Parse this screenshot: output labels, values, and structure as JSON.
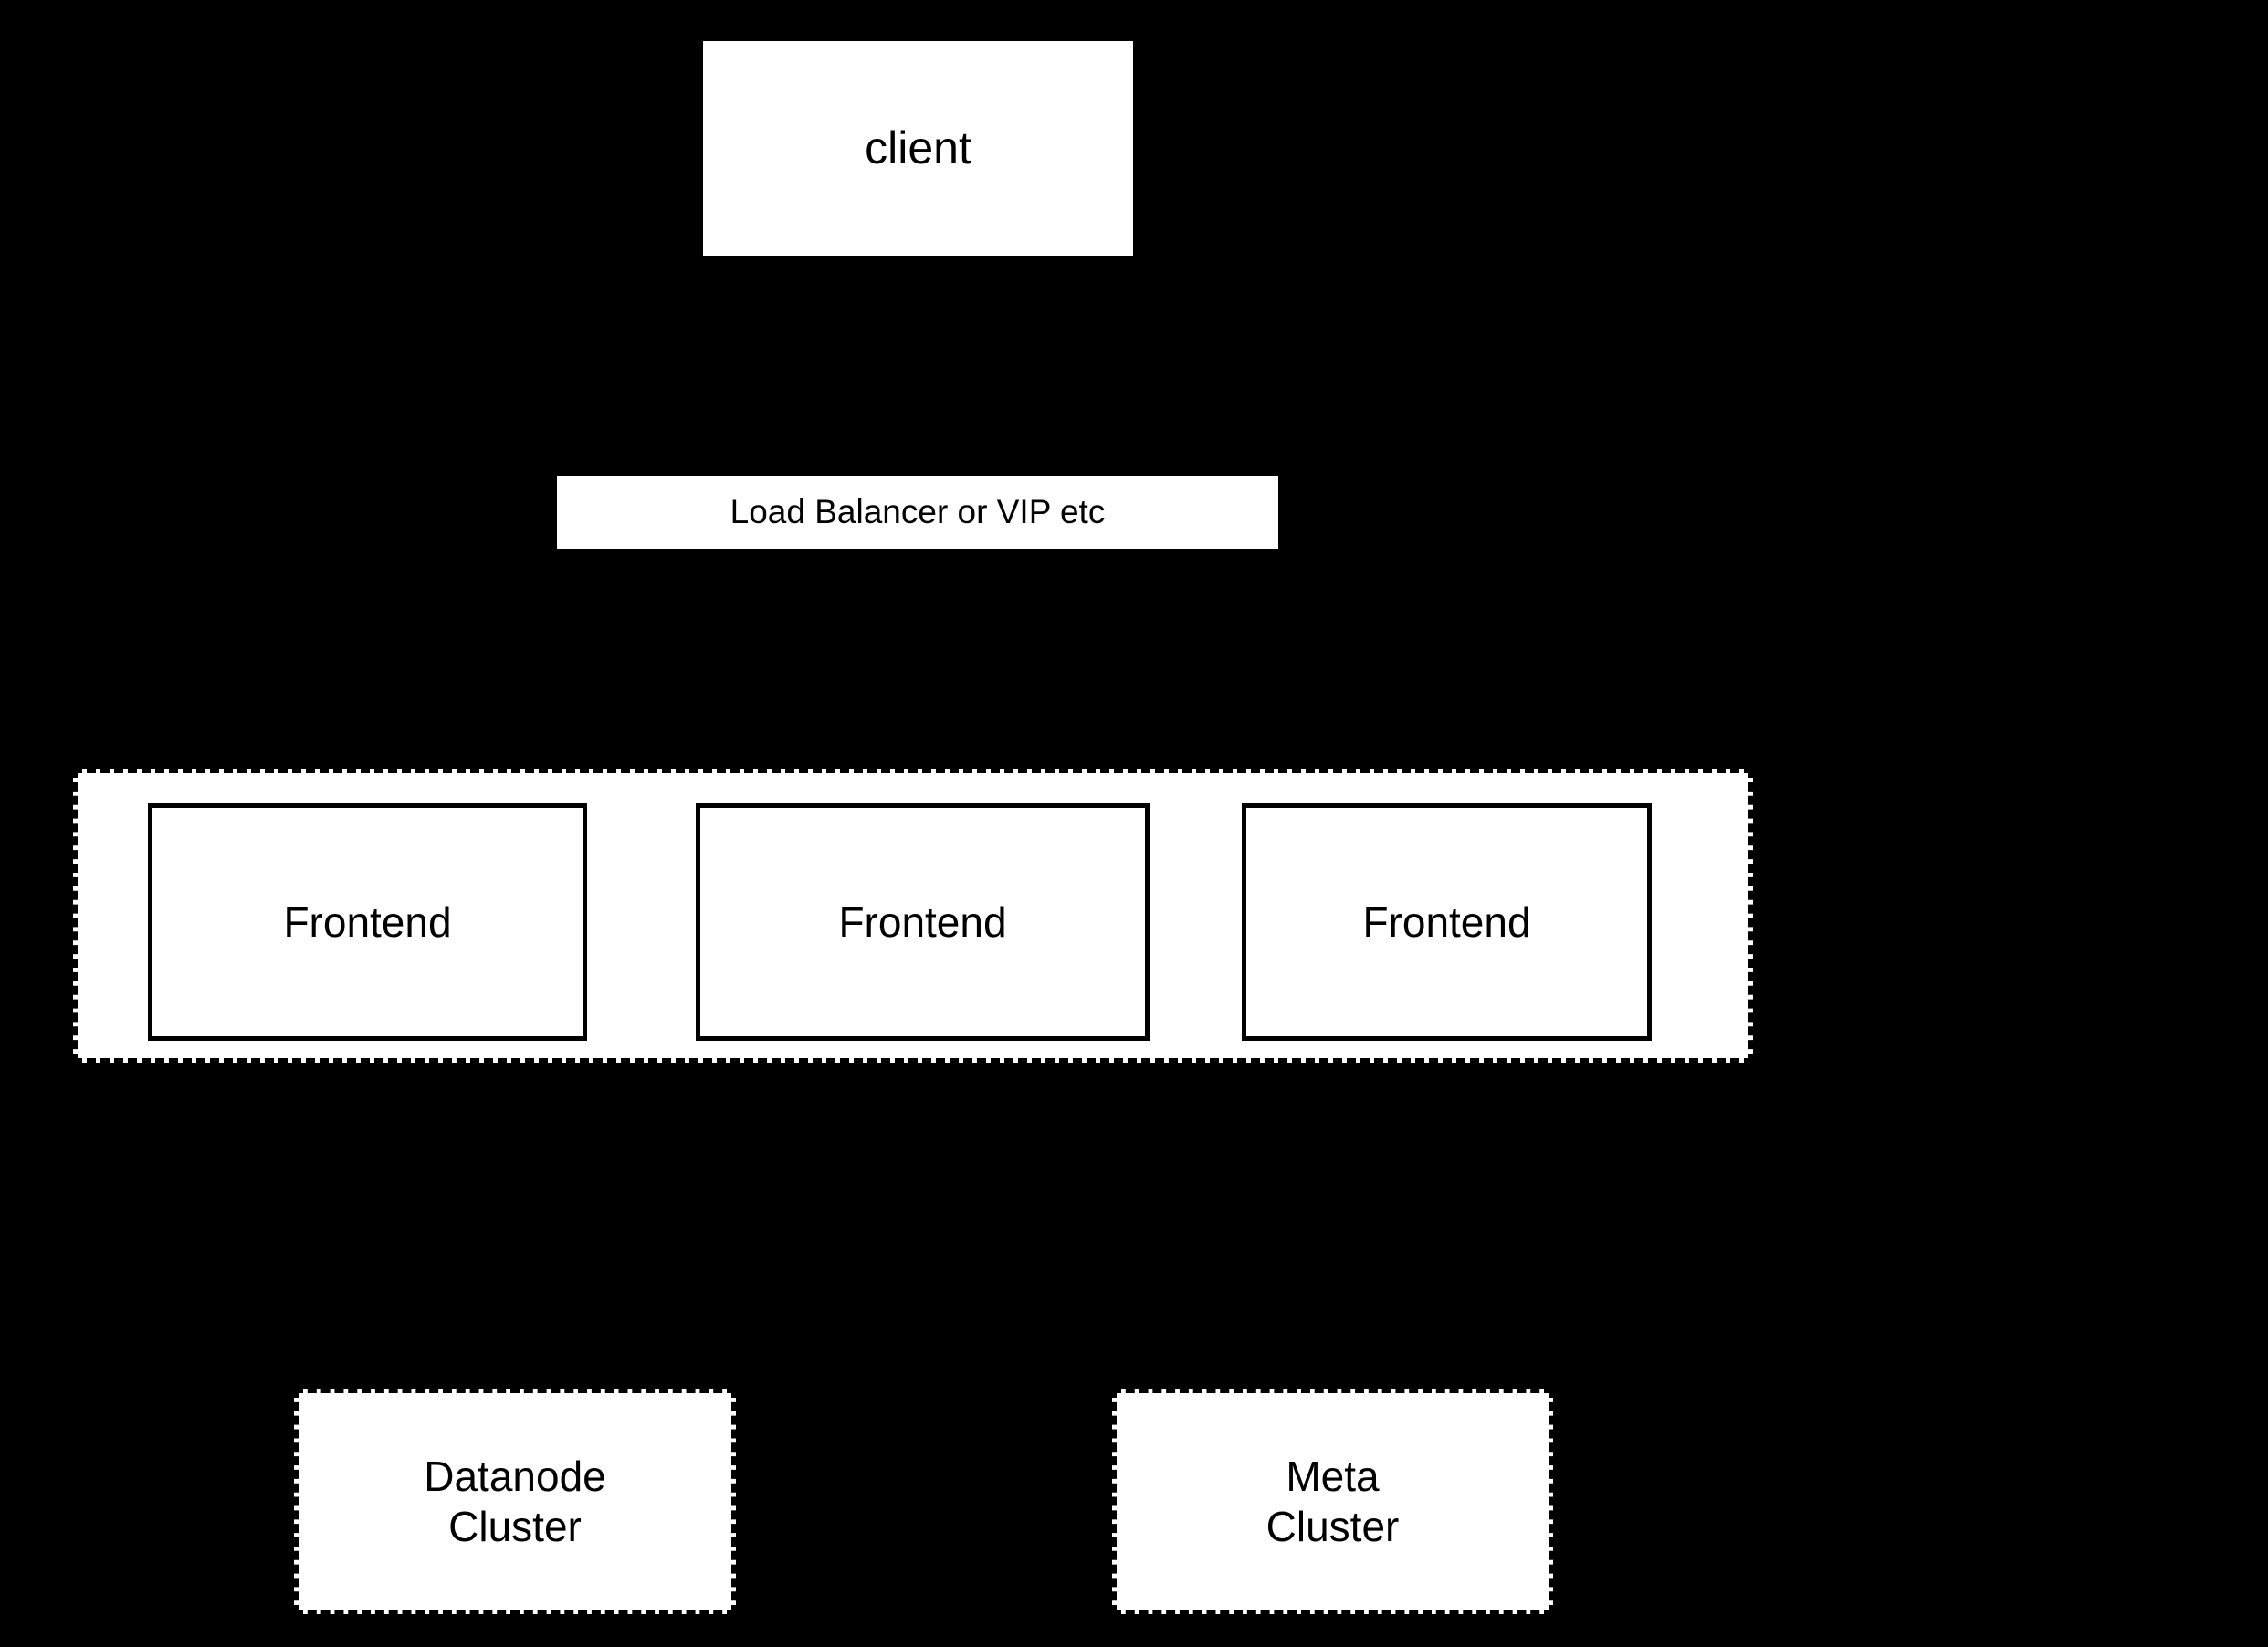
{
  "diagram": {
    "background_color": "#000000",
    "node_fill_color": "#ffffff",
    "node_stroke_color": "#000000",
    "nodes": {
      "client": {
        "label": "client",
        "shape": "rectangle",
        "border_style": "none"
      },
      "load_balancer": {
        "label": "Load Balancer or VIP etc",
        "shape": "rectangle",
        "border_style": "none"
      },
      "frontend_group": {
        "label": "",
        "shape": "rectangle",
        "border_style": "dashed"
      },
      "frontends": [
        {
          "label": "Frontend",
          "shape": "rectangle",
          "border_style": "solid"
        },
        {
          "label": "Frontend",
          "shape": "rectangle",
          "border_style": "solid"
        },
        {
          "label": "Frontend",
          "shape": "rectangle",
          "border_style": "solid"
        }
      ],
      "datanode_cluster": {
        "label": "Datanode\nCluster",
        "shape": "rectangle",
        "border_style": "dashed"
      },
      "meta_cluster": {
        "label": "Meta\nCluster",
        "shape": "rectangle",
        "border_style": "dashed"
      }
    }
  }
}
